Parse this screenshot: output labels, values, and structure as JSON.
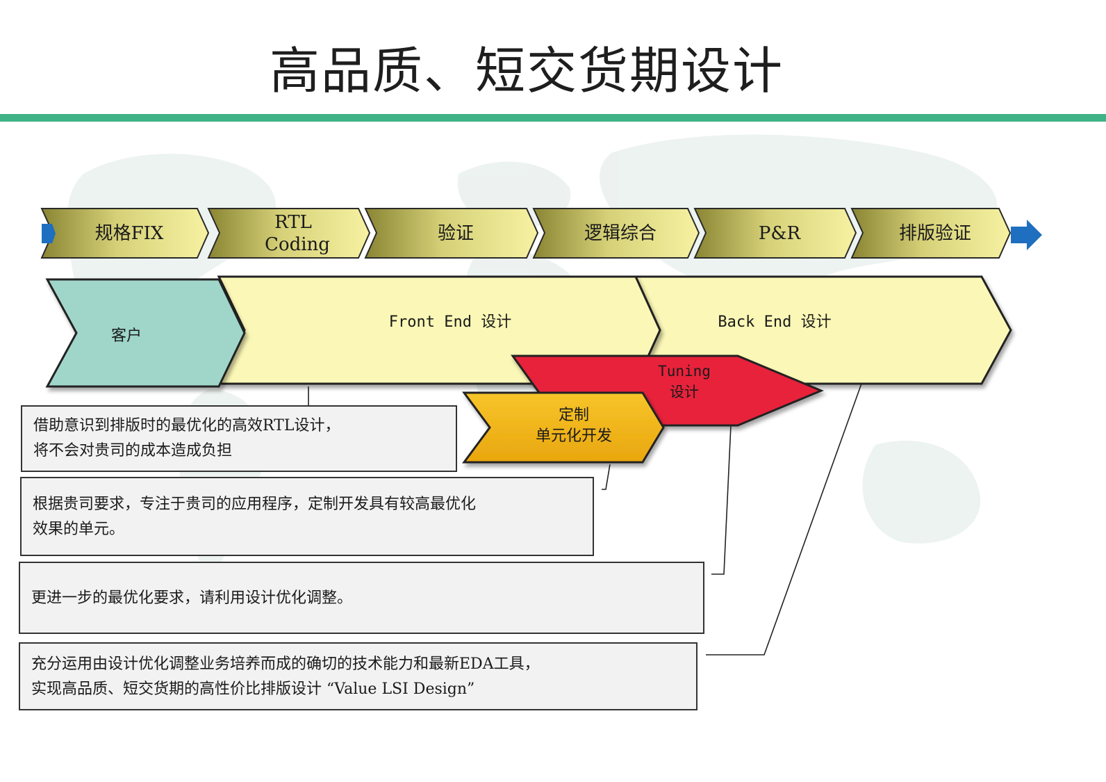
{
  "slide": {
    "title": "高品质、短交货期设计"
  },
  "process_steps": [
    {
      "label": "规格FIX"
    },
    {
      "label": "RTL\nCoding"
    },
    {
      "label": "验证"
    },
    {
      "label": "逻辑综合"
    },
    {
      "label": "P&R"
    },
    {
      "label": "排版验证"
    }
  ],
  "phases": {
    "customer": "客户",
    "front_end": "Front End 设计",
    "back_end": "Back End 设计",
    "tuning": "Tuning\n设计",
    "custom_cell": "定制\n单元化开发"
  },
  "notes": [
    {
      "lines": [
        "借助意识到排版时的最优化的高效RTL设计，",
        "将不会对贵司的成本造成负担"
      ]
    },
    {
      "lines": [
        "根据贵司要求，专注于贵司的应用程序，定制开发具有较高最优化",
        "效果的单元。"
      ]
    },
    {
      "lines": [
        "更进一步的最优化要求，请利用设计优化调整。"
      ]
    },
    {
      "lines": [
        "充分运用由设计优化调整业务培养而成的确切的技术能力和最新EDA工具，",
        "实现高品质、短交货期的高性价比排版设计 “Value LSI Design”"
      ]
    }
  ],
  "colors": {
    "rule": "#3fb286",
    "step_dark": "#8f8a36",
    "step_light": "#f3ef9a",
    "arrow_blue": "#1f6fc0",
    "customer_fill": "#9fd6c9",
    "phase_fill": "#fbf7b6",
    "tuning_red": "#e8203a",
    "custom_orange": "#f2b81a",
    "note_fill": "#f2f2f2"
  }
}
